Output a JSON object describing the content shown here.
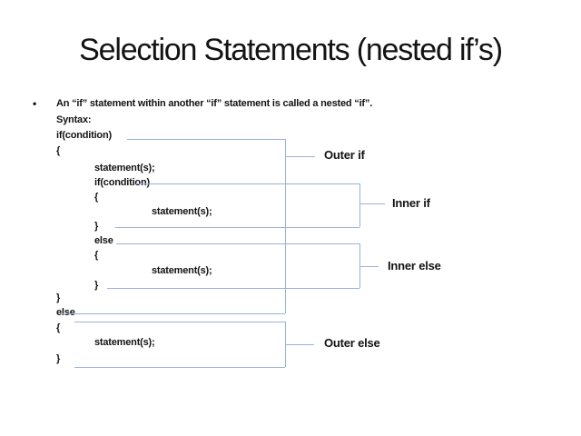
{
  "title": "Selection Statements (nested if’s)",
  "bullet": {
    "marker": "•",
    "text": "An “if” statement within another “if” statement is called a nested “if”."
  },
  "code": {
    "lines": [
      {
        "text": "Syntax:"
      },
      {
        "text": "if(condition)"
      },
      {
        "text": "{"
      },
      {
        "text": "statement(s);"
      },
      {
        "text": "if(condition)"
      },
      {
        "text": "{"
      },
      {
        "text": "statement(s);"
      },
      {
        "text": "}"
      },
      {
        "text": "else"
      },
      {
        "text": "{"
      },
      {
        "text": "statement(s);"
      },
      {
        "text": "}"
      },
      {
        "text": "}"
      },
      {
        "text": "else"
      },
      {
        "text": "{"
      },
      {
        "text": "statement(s);"
      },
      {
        "text": "}"
      }
    ]
  },
  "labels": {
    "outer_if": "Outer if",
    "inner_if": "Inner if",
    "inner_else": "Inner else",
    "outer_else": "Outer else"
  },
  "colors": {
    "connector": "#9bb2d4",
    "text": "#131313",
    "background": "#ffffff"
  }
}
